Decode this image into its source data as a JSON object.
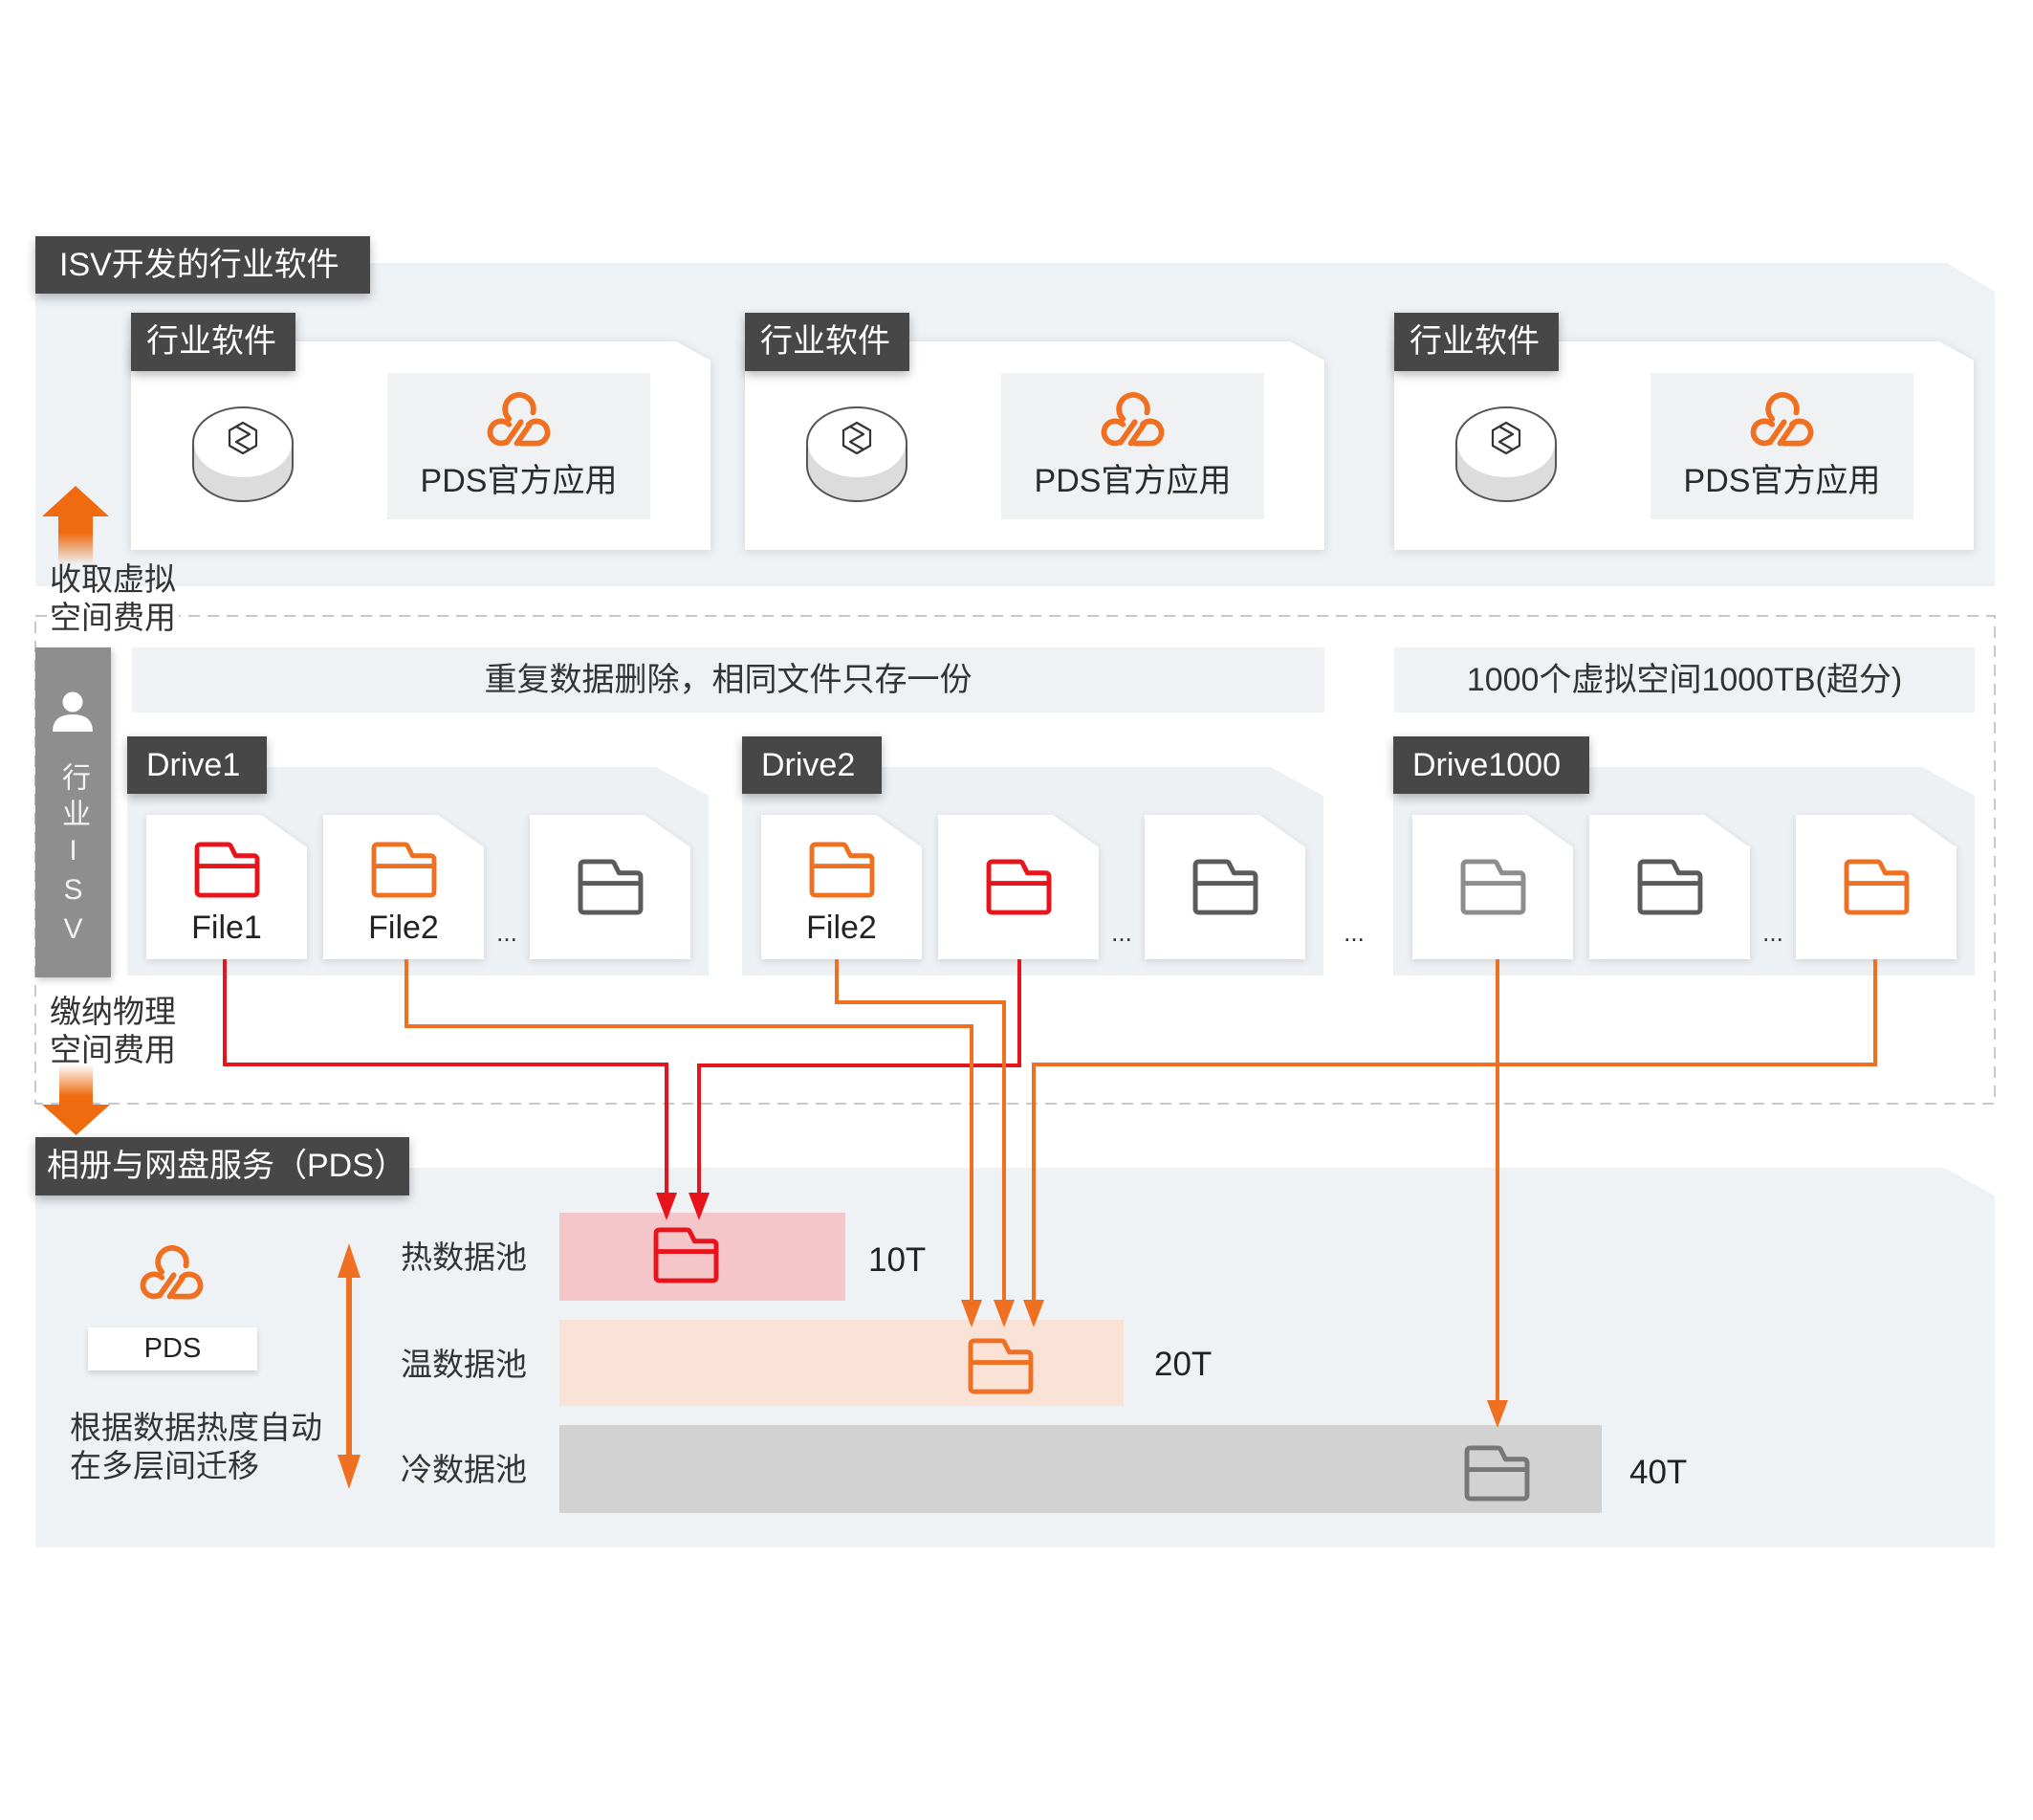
{
  "colors": {
    "orange": "#f07022",
    "red": "#e8141b",
    "label_bg": "#474747",
    "panel_bg": "#eef2f5",
    "isv_bar": "#8e8e8e",
    "hot_pool": "#f4c6ca",
    "warm_pool": "#fbe2d6",
    "cold_pool": "#d2d2d2"
  },
  "isv_software": {
    "title": "ISV开发的行业软件",
    "apps": [
      {
        "label": "行业软件",
        "software_icon": "software-disc-icon",
        "official_app": {
          "icon": "pds-cloud-icon",
          "label": "PDS官方应用"
        }
      },
      {
        "label": "行业软件",
        "software_icon": "software-disc-icon",
        "official_app": {
          "icon": "pds-cloud-icon",
          "label": "PDS官方应用"
        }
      },
      {
        "label": "行业软件",
        "software_icon": "software-disc-icon",
        "official_app": {
          "icon": "pds-cloud-icon",
          "label": "PDS官方应用"
        }
      }
    ]
  },
  "fees": {
    "collect_virtual": {
      "line1": "收取虚拟",
      "line2": "空间费用",
      "arrow": "arrow-up-icon"
    },
    "pay_physical": {
      "line1": "缴纳物理",
      "line2": "空间费用",
      "arrow": "arrow-down-icon"
    }
  },
  "isv_role": {
    "icon": "person-icon",
    "label": "行业ISV"
  },
  "banners": {
    "dedup": "重复数据删除，相同文件只存一份",
    "virtual_space": "1000个虚拟空间1000TB(超分)"
  },
  "drives": [
    {
      "name": "Drive1",
      "ellipsis": "...",
      "files": [
        {
          "label": "File1",
          "color": "red"
        },
        {
          "label": "File2",
          "color": "orange"
        },
        {
          "color": "gray"
        }
      ]
    },
    {
      "name": "Drive2",
      "ellipsis": "...",
      "files": [
        {
          "label": "File2",
          "color": "orange"
        },
        {
          "color": "red"
        },
        {
          "color": "gray"
        }
      ]
    },
    {
      "name": "Drive1000",
      "ellipsis": "...",
      "files": [
        {
          "color": "light-gray"
        },
        {
          "color": "gray"
        },
        {
          "color": "orange"
        }
      ]
    }
  ],
  "drives_ellipsis": "...",
  "pds_service": {
    "title": "相册与网盘服务（PDS）",
    "logo_label": "PDS",
    "description": {
      "line1": "根据数据热度自动",
      "line2": "在多层间迁移"
    },
    "pools": [
      {
        "name": "热数据池",
        "capacity": "10T",
        "tier": "hot"
      },
      {
        "name": "温数据池",
        "capacity": "20T",
        "tier": "warm"
      },
      {
        "name": "冷数据池",
        "capacity": "40T",
        "tier": "cold"
      }
    ]
  }
}
